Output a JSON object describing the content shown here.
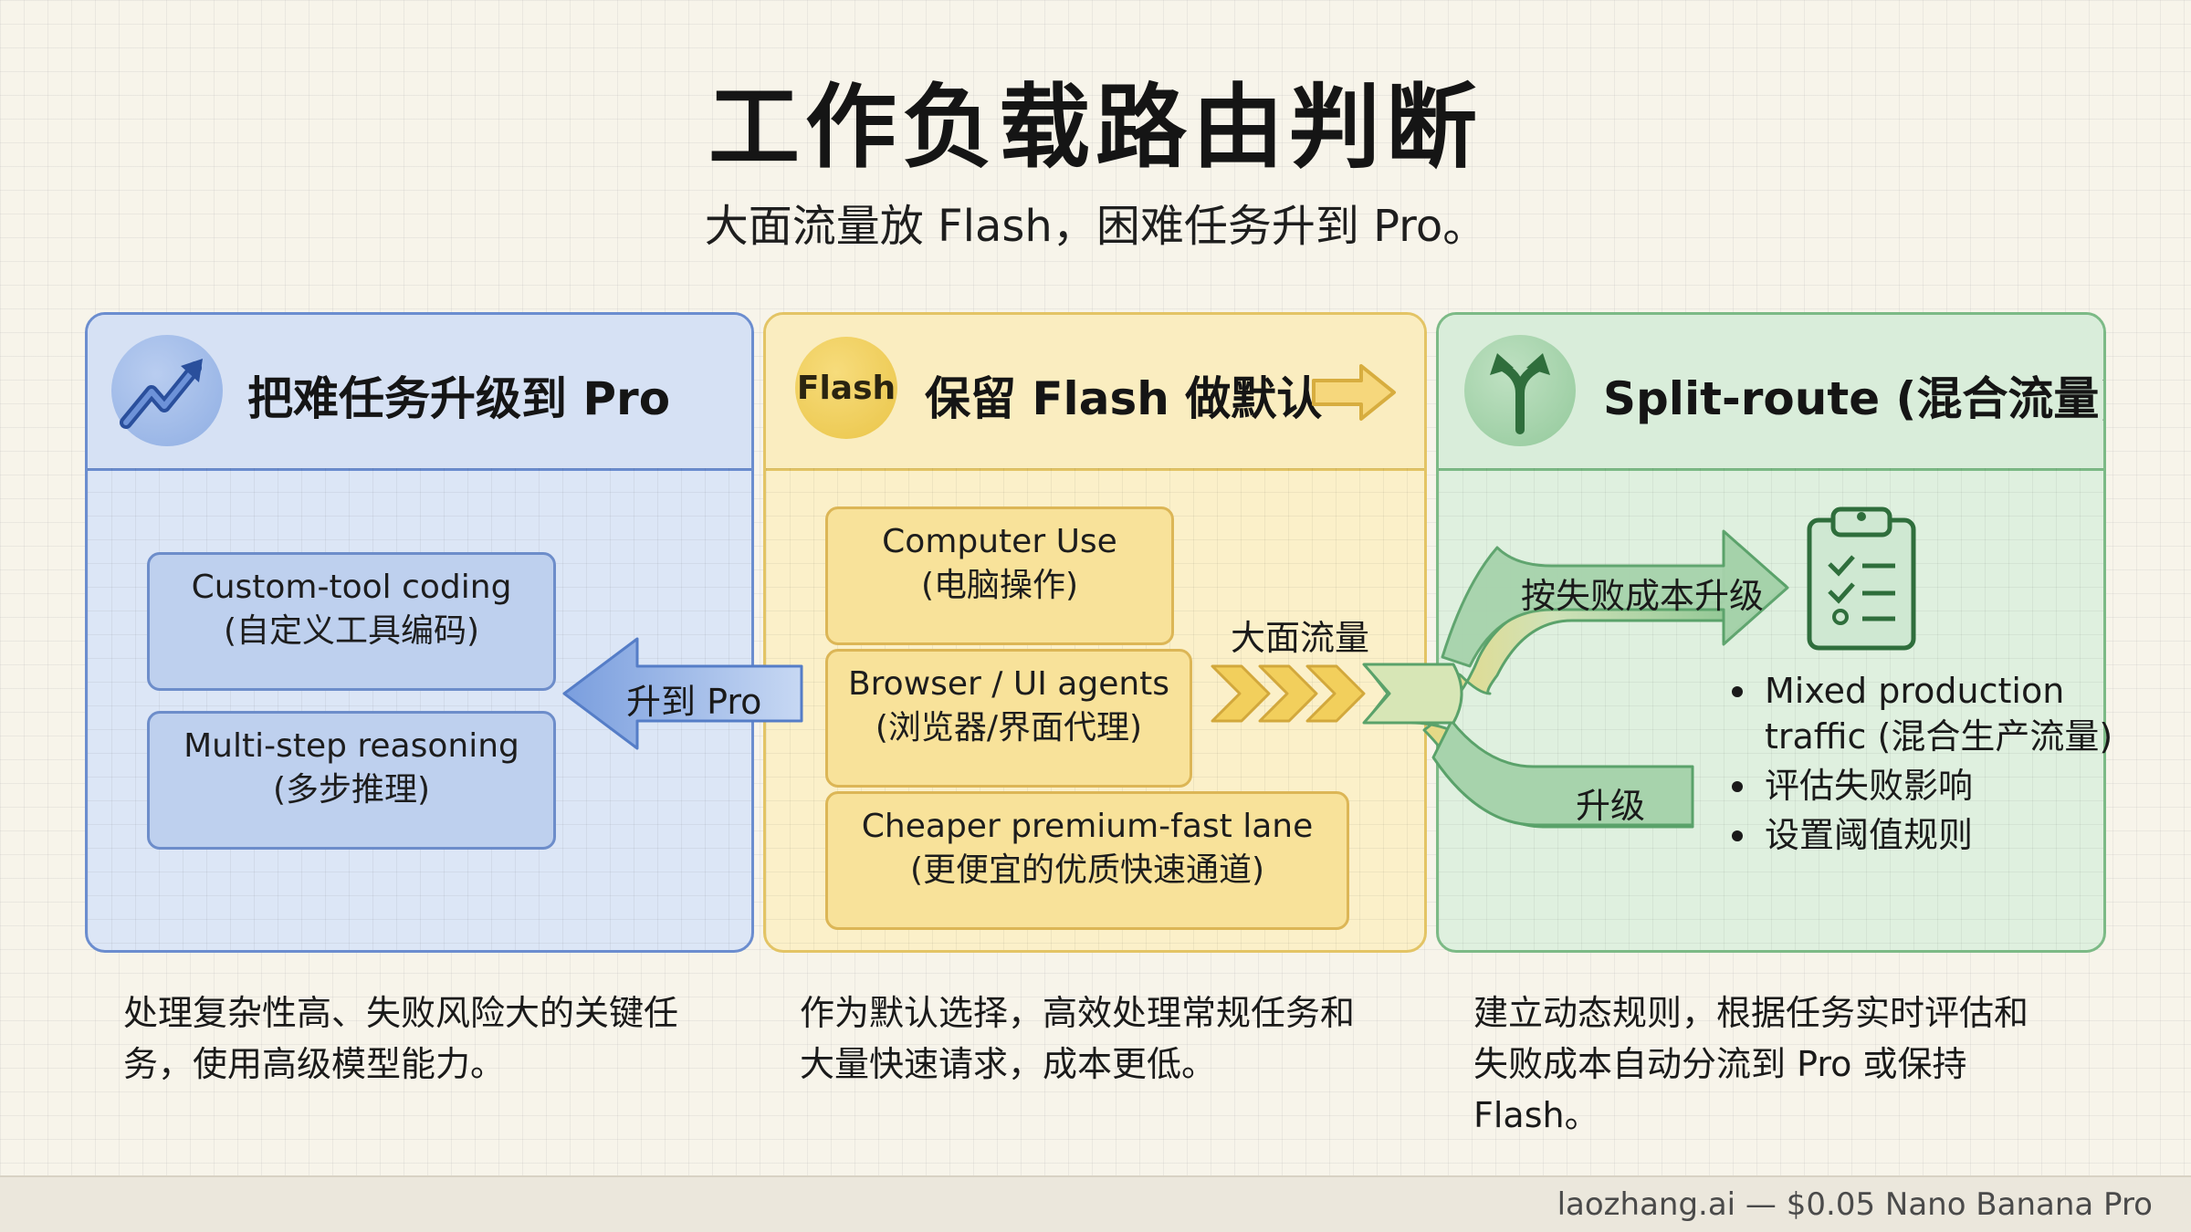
{
  "title": "工作负载路由判断",
  "subtitle": "大面流量放 Flash，困难任务升到 Pro。",
  "panels": {
    "pro": {
      "heading": "把难任务升级到 Pro",
      "items": [
        {
          "line1": "Custom-tool coding",
          "line2": "(自定义工具编码)"
        },
        {
          "line1": "Multi-step reasoning",
          "line2": "(多步推理)"
        }
      ],
      "arrow_label": "升到 Pro",
      "description": "处理复杂性高、失败风险大的关键任务，使用高级模型能力。"
    },
    "flash": {
      "badge": "Flash",
      "heading": "保留 Flash 做默认",
      "items": [
        {
          "line1": "Computer Use",
          "line2": "(电脑操作)"
        },
        {
          "line1": "Browser / UI agents",
          "line2": "(浏览器/界面代理)"
        },
        {
          "line1": "Cheaper premium-fast lane",
          "line2": "(更便宜的优质快速通道)"
        }
      ],
      "flow_label": "大面流量",
      "description": "作为默认选择，高效处理常规任务和大量快速请求，成本更低。"
    },
    "split": {
      "heading": "Split-route (混合流量)",
      "upper_branch_label": "按失败成本升级",
      "lower_branch_label": "升级",
      "bullets": [
        "Mixed production traffic (混合生产流量)",
        "评估失败影响",
        "设置阈值规则"
      ],
      "description": "建立动态规则，根据任务实时评估和失败成本自动分流到 Pro 或保持 Flash。"
    }
  },
  "footer": "laozhang.ai — $0.05 Nano Banana Pro",
  "colors": {
    "blue_accent": "#6b8dcf",
    "yellow_accent": "#e3c465",
    "green_accent": "#7cba86",
    "flash_badge": "#f0cd55"
  },
  "icons": [
    "trend-up-arrow-icon",
    "right-arrow-icon",
    "split-route-icon",
    "clipboard-checklist-icon"
  ]
}
